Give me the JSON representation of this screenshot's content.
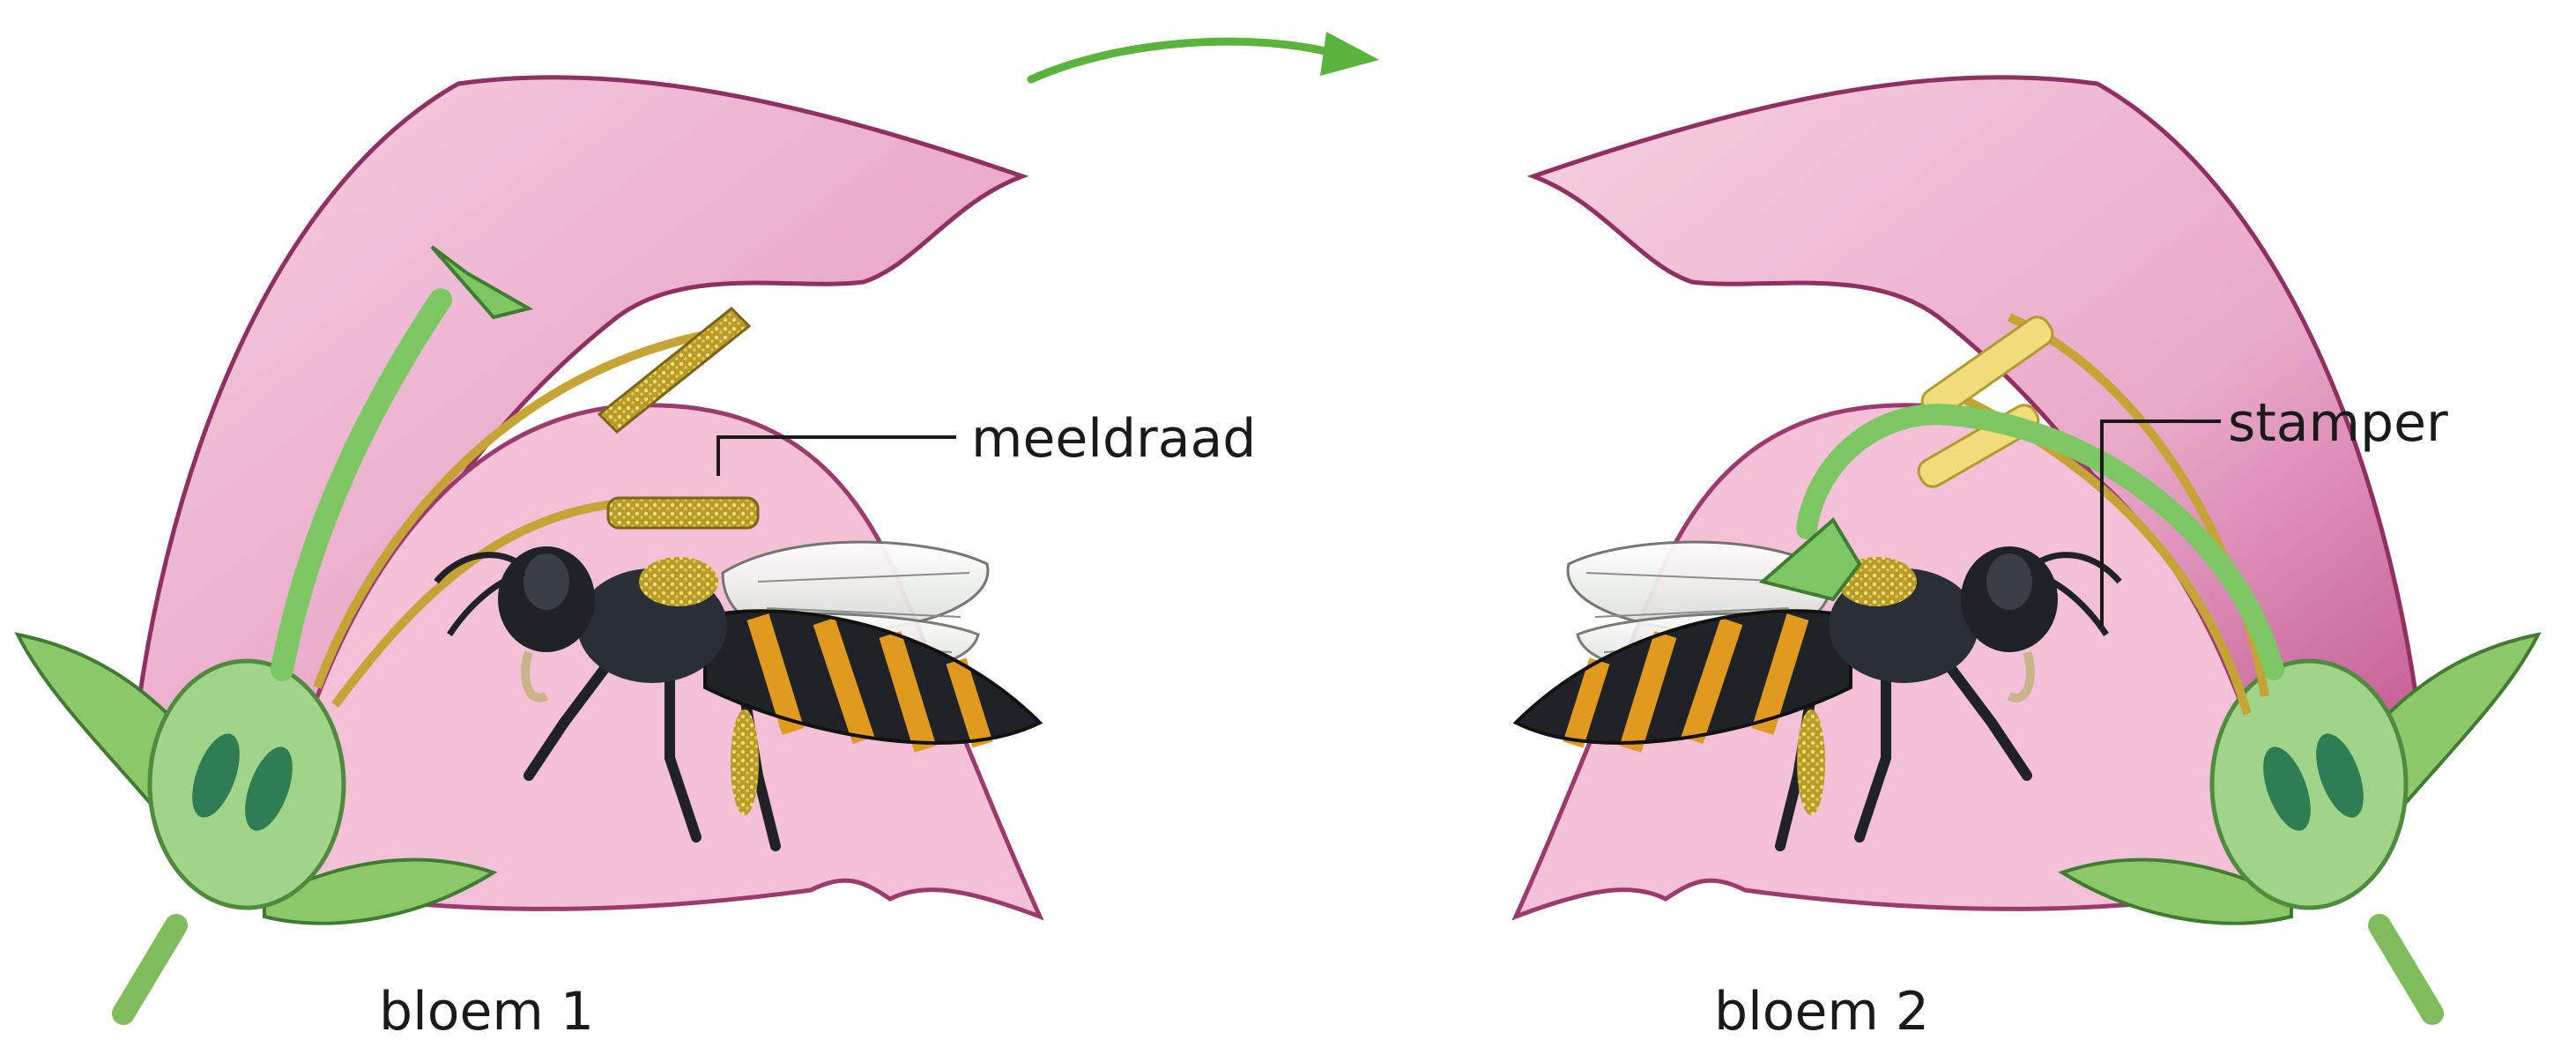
{
  "labels": {
    "flower1": "bloem 1",
    "flower2": "bloem 2",
    "stamen": "meeldraad",
    "pistil": "stamper"
  },
  "colors": {
    "arrow": "#5ab33c",
    "petal": "#e9a9c9",
    "petal_dark": "#b9487f",
    "sepal": "#8cc86a",
    "ovary": "#9fd48a",
    "ovule": "#2f7d53",
    "filament": "#e6cf5e",
    "anther": "#d8c24a",
    "wasp_black": "#1f2226",
    "wasp_yellow": "#e09a1e",
    "wing": "#eef0ec"
  },
  "icons": {
    "arrow": "curved-arrow-right",
    "insect": "wasp"
  }
}
